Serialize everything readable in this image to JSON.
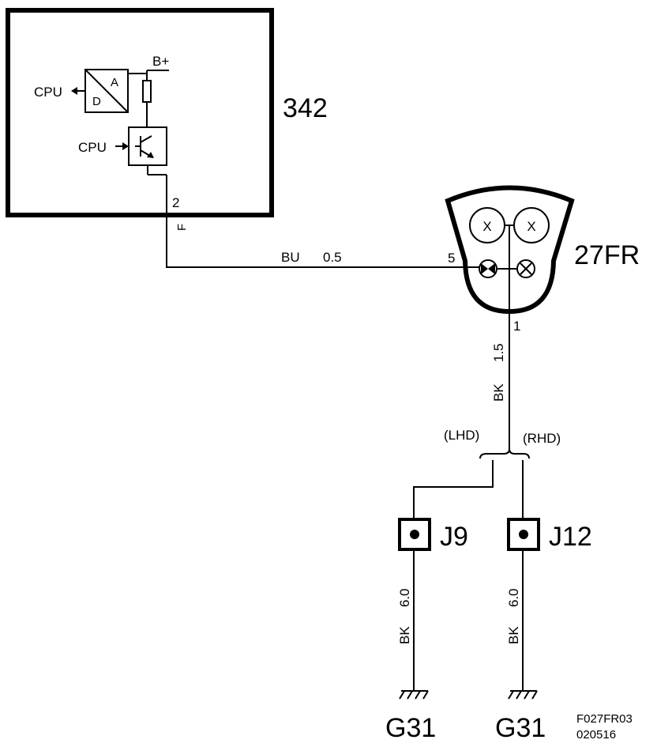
{
  "components": {
    "module": {
      "id": "342",
      "supply": "B+",
      "cpu_in": "CPU",
      "cpu_out": "CPU",
      "adc_a": "A",
      "adc_d": "D",
      "pin": "2",
      "pin_func": "F"
    },
    "lamp": {
      "id": "27FR",
      "pin_signal": "5",
      "pin_ground": "1"
    },
    "connector_left": {
      "id": "J9"
    },
    "connector_right": {
      "id": "J12"
    },
    "ground_left": {
      "id": "G31"
    },
    "ground_right": {
      "id": "G31"
    }
  },
  "wires": {
    "signal": {
      "color": "BU",
      "size": "0.5"
    },
    "lamp_ground": {
      "color": "BK",
      "size": "1.5"
    },
    "left_ground": {
      "color": "BK",
      "size": "6.0"
    },
    "right_ground": {
      "color": "BK",
      "size": "6.0"
    }
  },
  "variants": {
    "lhd": "(LHD)",
    "rhd": "(RHD)"
  },
  "footer": {
    "figure_code": "F027FR03",
    "date_code": "020516"
  }
}
